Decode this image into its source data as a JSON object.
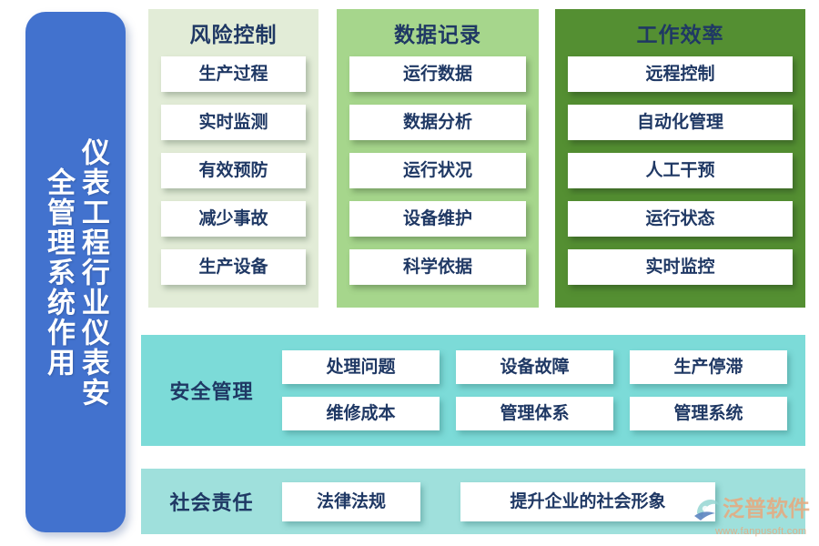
{
  "sidebar": {
    "title": "仪表工程行业仪表安全管理系统作用",
    "color": "#4272ce"
  },
  "columns": [
    {
      "id": "risk",
      "header": "风险控制",
      "bg_color": "#e2ecd7",
      "items": [
        "生产过程",
        "实时监测",
        "有效预防",
        "减少事故",
        "生产设备"
      ]
    },
    {
      "id": "data",
      "header": "数据记录",
      "bg_color": "#a6d68c",
      "items": [
        "运行数据",
        "数据分析",
        "运行状况",
        "设备维护",
        "科学依据"
      ]
    },
    {
      "id": "efficiency",
      "header": "工作效率",
      "bg_color": "#548f32",
      "items": [
        "远程控制",
        "自动化管理",
        "人工干预",
        "运行状态",
        "实时监控"
      ]
    }
  ],
  "safety": {
    "label": "安全管理",
    "bg_color": "#7cdbd8",
    "items": [
      "处理问题",
      "设备故障",
      "生产停滞",
      "维修成本",
      "管理体系",
      "管理系统"
    ]
  },
  "social": {
    "label": "社会责任",
    "bg_color": "#9fe0dc",
    "items": [
      "法律法规",
      "提升企业的社会形象"
    ]
  },
  "watermark": {
    "name": "泛普软件",
    "url": "www.fanpusoft.com",
    "color": "#e8a87c"
  }
}
